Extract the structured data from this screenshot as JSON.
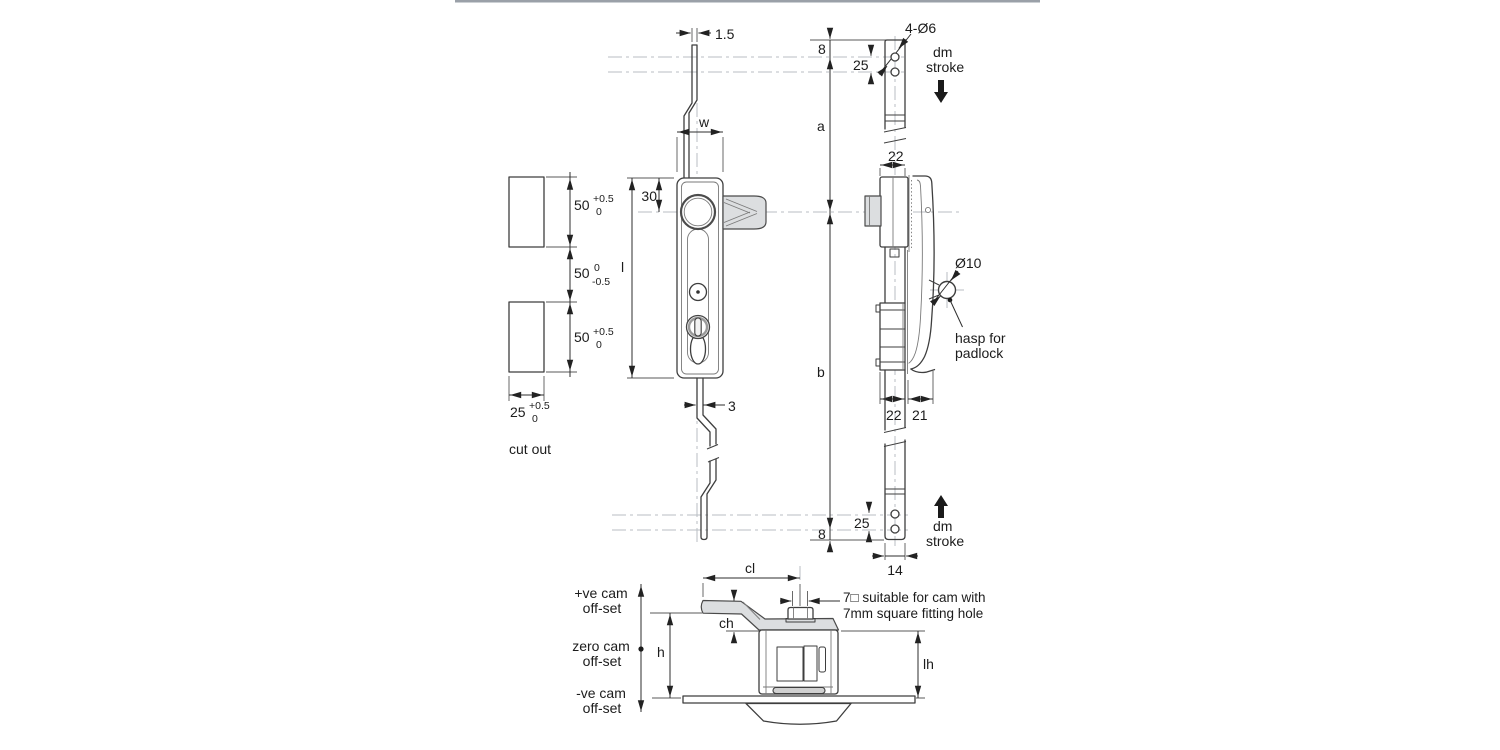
{
  "cutout": {
    "dim1_value": "50",
    "dim1_tol_sup": "+0.5",
    "dim1_tol_sub": "0",
    "dim2_value": "50",
    "dim2_tol_sup": "0",
    "dim2_tol_sub": "-0.5",
    "dim3_value": "50",
    "dim3_tol_sup": "+0.5",
    "dim3_tol_sub": "0",
    "width_value": "25",
    "width_tol_sup": "+0.5",
    "width_tol_sub": "0",
    "caption": "cut out"
  },
  "front_view": {
    "rod_top_width": "1.5",
    "body_width": "w",
    "hub_offset": "30",
    "body_length": "l",
    "rod_bottom_width": "3"
  },
  "side_view": {
    "top_end_offset": "8",
    "top_hole_spacing": "25",
    "hole_callout": "4-Ø6",
    "stroke_top_line1": "dm",
    "stroke_top_line2": "stroke",
    "dim_a": "a",
    "top_width": "22",
    "hasp_diameter": "Ø10",
    "hasp_note_line1": "hasp for",
    "hasp_note_line2": "padlock",
    "dim_b": "b",
    "bottom_width": "22",
    "plate_depth": "21",
    "bottom_hole_spacing": "25",
    "bottom_end_offset": "8",
    "stroke_bottom_line1": "dm",
    "stroke_bottom_line2": "stroke",
    "rod_width": "14"
  },
  "cam_view": {
    "offset_positive_line1": "+ve cam",
    "offset_positive_line2": "off-set",
    "offset_zero_line1": "zero cam",
    "offset_zero_line2": "off-set",
    "offset_negative_line1": "-ve cam",
    "offset_negative_line2": "off-set",
    "cam_length": "cl",
    "cam_height": "ch",
    "height": "h",
    "lock_height": "lh",
    "note_line1": "7□ suitable for cam with",
    "note_line2": "7mm square fitting hole"
  },
  "colors": {
    "line": "#3e3e3e",
    "centerline": "#b9bdc3",
    "fill_gray": "#dcdee0",
    "text": "#1c1c1c"
  }
}
